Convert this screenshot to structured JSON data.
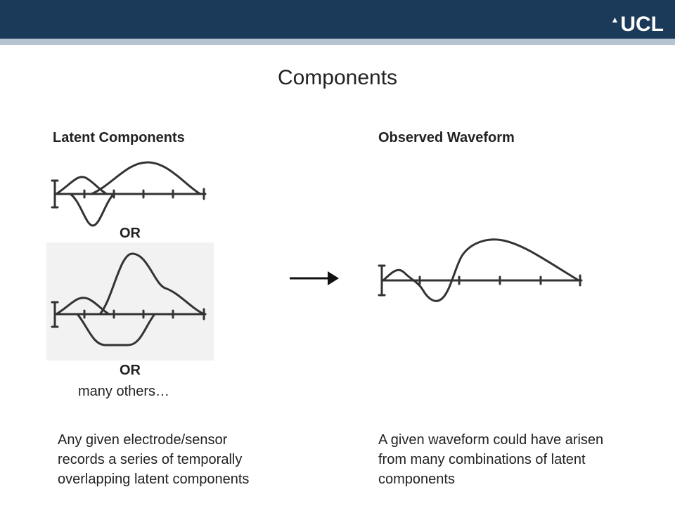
{
  "header": {
    "logo_text": "UCL"
  },
  "title": "Components",
  "left": {
    "heading": "Latent Components",
    "or_1": "OR",
    "or_2": "OR",
    "others": "many others…",
    "caption_lines": [
      "Any given electrode/sensor",
      "records a series of temporally",
      "overlapping latent components"
    ]
  },
  "right": {
    "heading": "Observed Waveform",
    "caption_lines": [
      "A given waveform could have arisen",
      "from many combinations of latent",
      "components"
    ]
  },
  "colors": {
    "header": "#1b3a5a",
    "header_stripe": "#b6c3d0",
    "ink": "#222222"
  }
}
